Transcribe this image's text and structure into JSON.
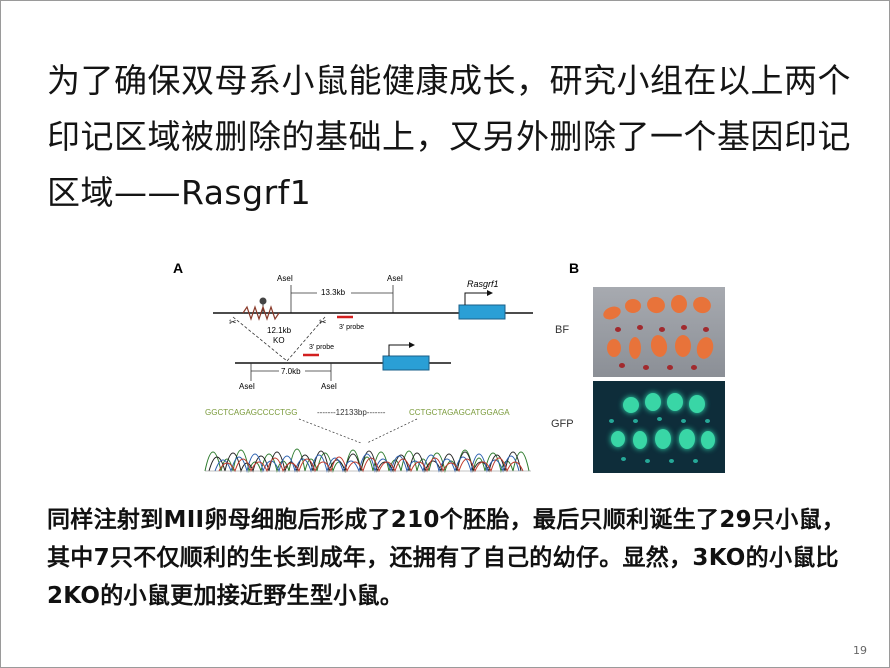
{
  "title": "为了确保双母系小鼠能健康成长，研究小组在以上两个印记区域被删除的基础上，又另外删除了一个基因印记区域——Rasgrf1",
  "figure": {
    "panel_a_label": "A",
    "panel_b_label": "B",
    "top_locus": {
      "asel_left": "AseI",
      "asel_right": "AseI",
      "distance": "13.3kb",
      "gene": "Rasgrf1",
      "ko_size": "12.1kb",
      "ko_label": "KO",
      "probe": "3' probe"
    },
    "bottom_locus": {
      "probe": "3' probe",
      "distance": "7.0kb",
      "asel_left": "AseI",
      "asel_right": "AseI"
    },
    "sequence": {
      "left": "GGCTCAGAGCCCCTGG",
      "middle": "-------12133bp-------",
      "right": "CCTGCTAGAGCATGGAGA"
    },
    "bf_label": "BF",
    "gfp_label": "GFP",
    "colors": {
      "exon": "#2a9fd6",
      "probe": "#d21f1f",
      "sequence": "#7a9a3a",
      "bf_tissue": "#e8733a",
      "gfp_tissue": "#39d6a6"
    }
  },
  "body": "同样注射到MII卵母细胞后形成了210个胚胎，最后只顺利诞生了29只小鼠，其中7只不仅顺利的生长到成年，还拥有了自己的幼仔。显然，3KO的小鼠比2KO的小鼠更加接近野生型小鼠。",
  "page_number": "19"
}
